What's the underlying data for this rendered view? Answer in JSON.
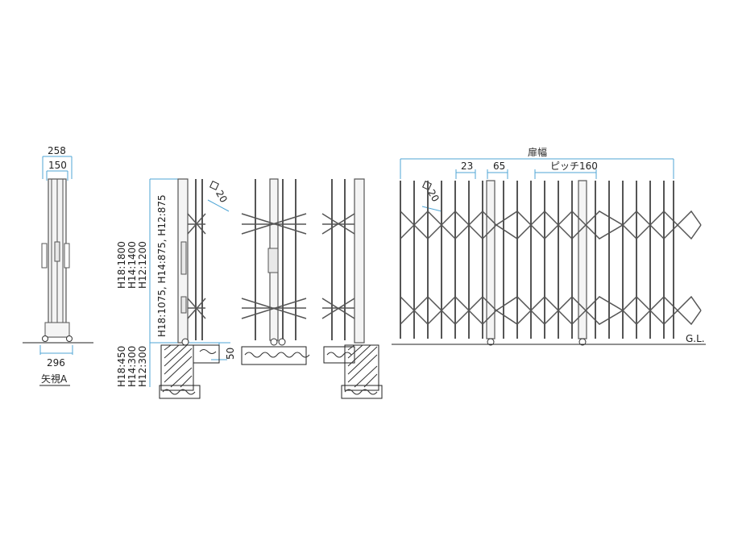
{
  "colors": {
    "frame": "#555555",
    "frame_fill": "#f4f4f4",
    "dimension": "#4fa6d6",
    "text": "#222222",
    "ground_hatch": "#333333"
  },
  "labels": {
    "side_258": "258",
    "side_150": "150",
    "side_296": "296",
    "side_view": "矢視A",
    "height_upper": "H18:1800",
    "height_upper2": "H14:1400",
    "height_upper3": "H12:1200",
    "height_mid": "H18:1075, H14:875, H12:875",
    "height_lower": "H18:450",
    "height_lower2": "H14:300",
    "height_lower3": "H12:300",
    "square_20_left": "20",
    "square_20_right": "20",
    "dim_50": "50",
    "door_width": "扉幅",
    "dim_23": "23",
    "dim_65": "65",
    "pitch": "ピッチ160",
    "ground_level": "G.L."
  }
}
